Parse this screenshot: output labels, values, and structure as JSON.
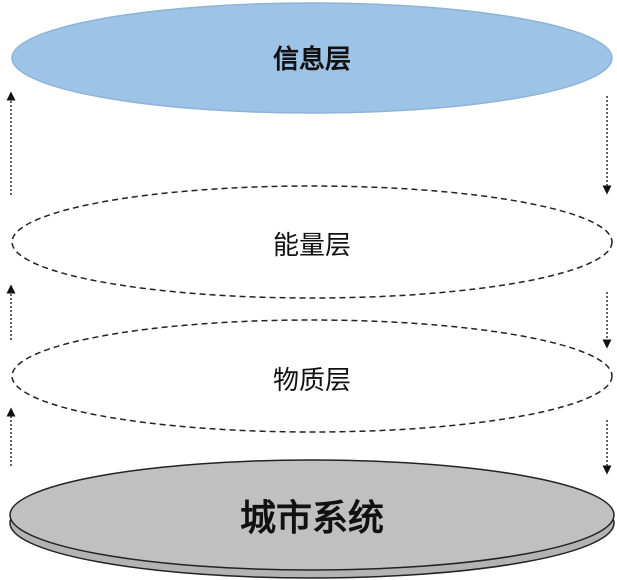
{
  "diagram": {
    "layers": {
      "information": {
        "label": "信息层",
        "fill": "#9dc3e6",
        "stroke": "#8fb3d6"
      },
      "energy": {
        "label": "能量层",
        "style": "dashed",
        "stroke": "#222222"
      },
      "matter": {
        "label": "物质层",
        "style": "dashed",
        "stroke": "#222222"
      },
      "city": {
        "label": "城市系统",
        "fill": "#c0c0c0",
        "stroke": "#222222"
      }
    },
    "arrows": {
      "left": {
        "direction": "up",
        "style": "dotted"
      },
      "right": {
        "direction": "down",
        "style": "dotted"
      }
    }
  }
}
